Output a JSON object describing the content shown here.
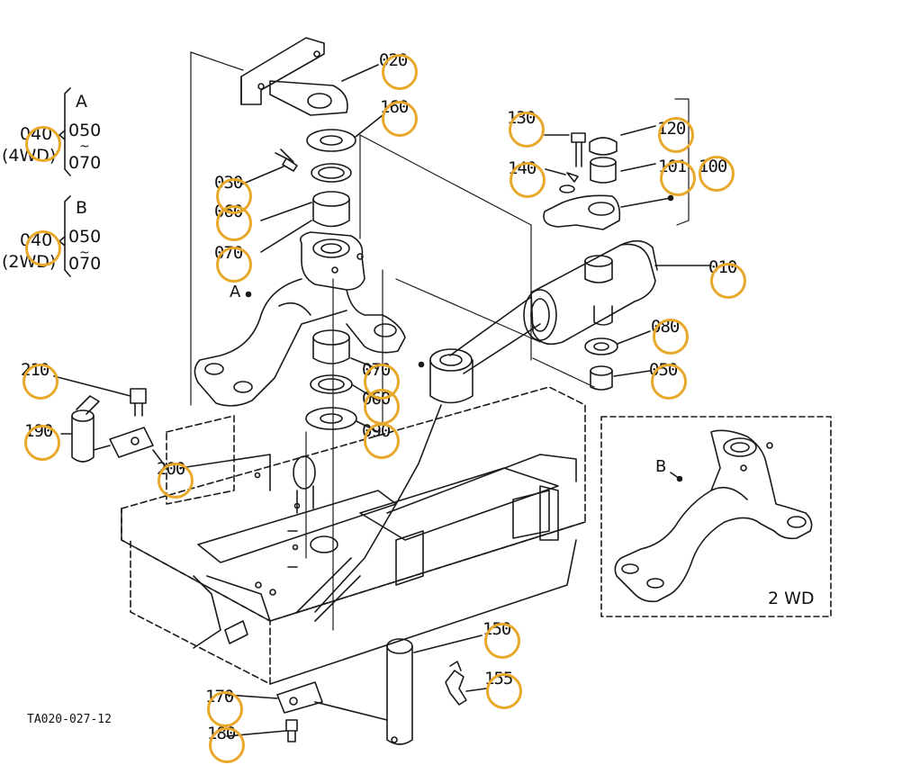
{
  "diagram": {
    "drawing_code": "TA020-027-12",
    "inset_label": "2 WD",
    "callout_a": "A",
    "callout_b": "B",
    "legend": [
      {
        "letter": "A",
        "code": "040",
        "variant": "(4WD)",
        "from": "050",
        "tilde": "~",
        "to": "070"
      },
      {
        "letter": "B",
        "code": "040",
        "variant": "(2WD)",
        "from": "050",
        "tilde": "~",
        "to": "070"
      }
    ],
    "part_labels": [
      "020",
      "160",
      "130",
      "120",
      "140",
      "101",
      "100",
      "030",
      "060",
      "070",
      "010",
      "080",
      "050",
      "210",
      "070",
      "060",
      "090",
      "190",
      "200",
      "150",
      "155",
      "170",
      "180"
    ]
  },
  "colors": {
    "hotspot": "#E8A82A",
    "line": "#1a1a1a"
  }
}
